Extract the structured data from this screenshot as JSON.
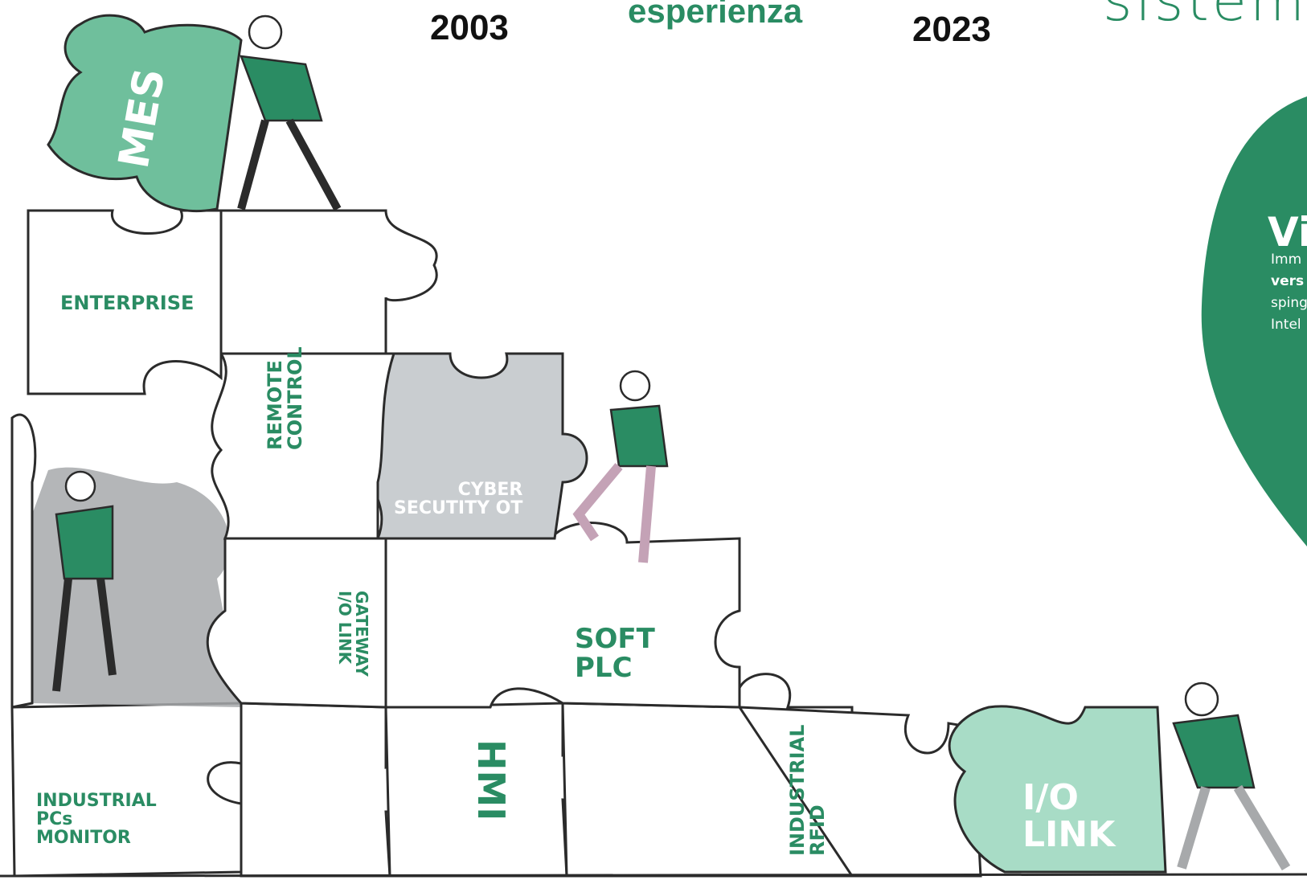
{
  "header": {
    "year_start": "2003",
    "year_end": "2023",
    "word_experience": "esperienza",
    "brand_fragment": "sistem"
  },
  "side_panel": {
    "heading": "Vi",
    "lines": [
      "Imm",
      "vers",
      "sping",
      "Intel"
    ]
  },
  "puzzle_labels": {
    "mes": "MES",
    "enterprise": "ENTERPRISE",
    "remote_control": [
      "REMOTE",
      "CONTROL"
    ],
    "cyber_security": [
      "CYBER",
      "SECUTITY OT"
    ],
    "gateway": [
      "GATEWAY",
      "I/O LINK"
    ],
    "soft_plc": [
      "SOFT",
      "PLC"
    ],
    "hmi": "HMI",
    "industrial_rfid": [
      "INDUSTRIAL",
      "RFID"
    ],
    "industrial_pcs": [
      "INDUSTRIAL",
      "PCs",
      "MONITOR"
    ],
    "io_link": [
      "I/O",
      "LINK"
    ]
  },
  "colors": {
    "brand_green": "#2a8c63",
    "light_green": "#a8dcc6",
    "mid_green": "#6fbf9c",
    "puzzle_grey": "#c9cdd0",
    "dark_grey": "#a7a9ab",
    "outline": "#2b2b2b"
  }
}
